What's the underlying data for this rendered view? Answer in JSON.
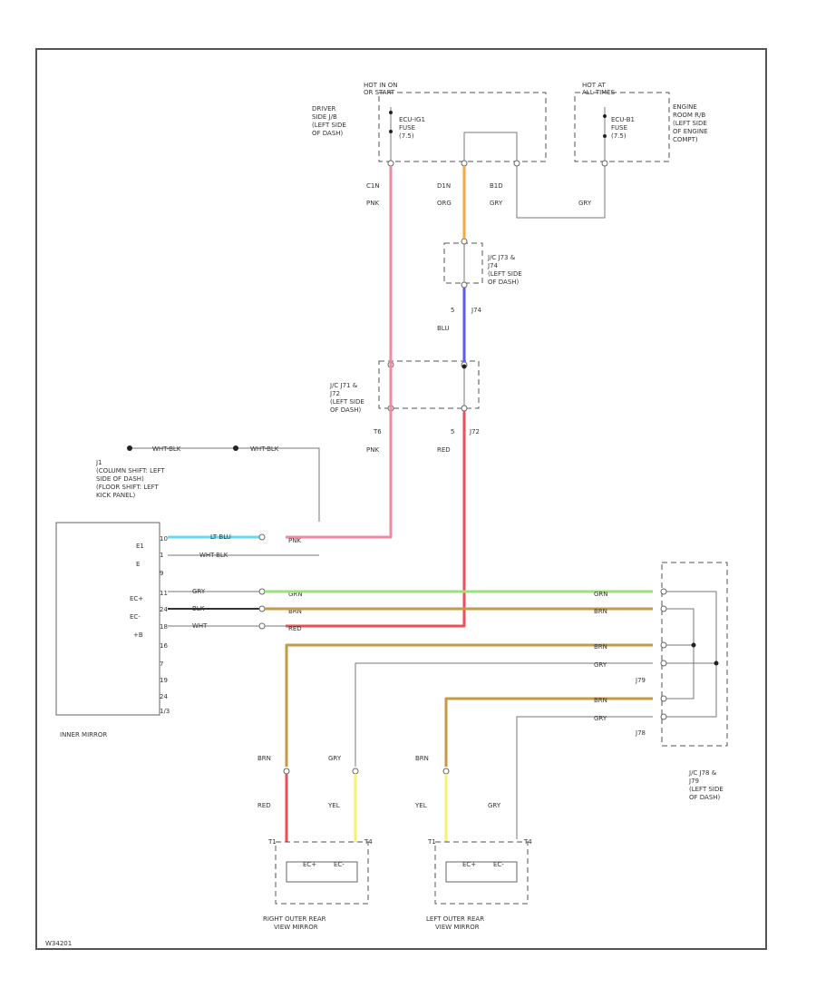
{
  "colors": {
    "pink": "#f08aa0",
    "orange": "#f5a64a",
    "blue": "#5b5bf0",
    "red": "#f04d5a",
    "lt_blu": "#6ad8f2",
    "green": "#9be07a",
    "brown": "#c49a42",
    "yellow": "#f7f070",
    "gray": "#b8b8b8"
  },
  "fuse_block_left": {
    "title": [
      "HOT IN ON",
      "OR START"
    ],
    "location": [
      "DRIVER",
      "SIDE J/B",
      "(LEFT SIDE",
      "OF DASH)"
    ],
    "fuse": [
      "ECU-IG1",
      "FUSE",
      "(7.5)"
    ]
  },
  "fuse_block_right": {
    "title": [
      "HOT AT",
      "ALL TIMES"
    ],
    "location": [
      "ENGINE",
      "ROOM R/B",
      "(LEFT SIDE",
      "OF ENGINE",
      "COMPT)"
    ],
    "fuse": [
      "ECU-B1",
      "FUSE",
      "(7.5)"
    ]
  },
  "wire_labels": {
    "c1": "C1N",
    "c1_color": "PNK",
    "d1": "D1N",
    "d1_color": "ORG",
    "b1": "B1D",
    "b1_color": "GRY",
    "b1_color2": "GRY",
    "j74_pin": "5",
    "j74_name": "J74",
    "j74_color": "BLU",
    "j73_pin": "5",
    "j73_name": "J72",
    "j73_left": "T6",
    "j73_color_l": "PNK",
    "j73_color_r": "RED"
  },
  "junction_j74": [
    "J/C J73 &",
    "J74",
    "(LEFT SIDE",
    "OF DASH)"
  ],
  "junction_j71": [
    "J/C J71 &",
    "J72",
    "(LEFT SIDE",
    "OF DASH)"
  ],
  "ground_labels": [
    "WHT-BLK",
    "WHT-BLK"
  ],
  "inner_mirror_location": [
    "J1",
    "(COLUMN SHIFT: LEFT",
    "SIDE OF DASH)",
    "(FLOOR SHIFT: LEFT",
    "KICK PANEL)"
  ],
  "inner_mirror_pins": [
    "10",
    "1",
    "9",
    "11",
    "24",
    "18",
    "16",
    "7",
    "19",
    "24",
    "1/3"
  ],
  "inner_mirror_signals": [
    "E1",
    "E",
    "EC+",
    "EC-",
    "+B"
  ],
  "inner_mirror_wire_labels": [
    "LT BLU",
    "WHT-BLK",
    "GRY",
    "BLK",
    "WHT"
  ],
  "inner_mirror_right_labels": [
    "PNK",
    "GRN",
    "BRN",
    "RED"
  ],
  "inner_mirror_name": "INNER MIRROR",
  "right_side_colors": [
    "GRN",
    "BRN",
    "BRN",
    "GRY",
    "BRN",
    "GRY"
  ],
  "right_junction_pins": [
    "J79",
    "J78"
  ],
  "right_junction": [
    "J/C J78 &",
    "J79",
    "(LEFT SIDE",
    "OF DASH)"
  ],
  "mirror_right": {
    "wire_top": [
      "BRN",
      "GRY"
    ],
    "wire_bottom": [
      "RED",
      "YEL"
    ],
    "heater_labels": [
      "EC+",
      "EC-"
    ],
    "pins": [
      "T1",
      "T4"
    ],
    "name": [
      "RIGHT OUTER REAR",
      "VIEW MIRROR"
    ]
  },
  "mirror_left": {
    "wire_top": [
      "BRN",
      ""
    ],
    "wire_bottom": [
      "YEL",
      "GRY"
    ],
    "heater_labels": [
      "EC+",
      "EC-"
    ],
    "pins": [
      "T1",
      "T4"
    ],
    "name": [
      "LEFT OUTER REAR",
      "VIEW MIRROR"
    ]
  },
  "diagram_id": "W34201"
}
